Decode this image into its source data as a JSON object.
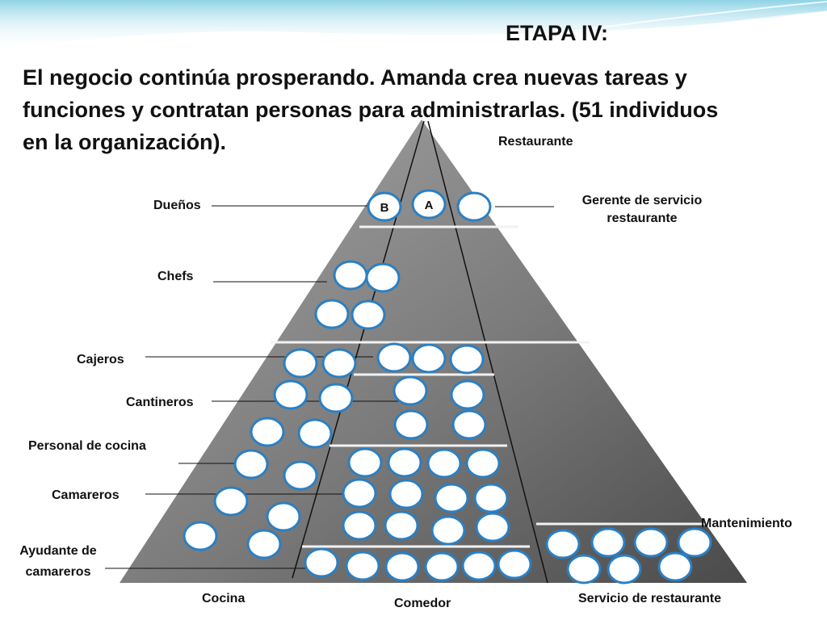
{
  "slide": {
    "stage_title": "ETAPA IV:",
    "intro_lines": [
      "El negocio continúa prosperando.  Amanda crea nuevas tareas y",
      "funciones y contratan personas para administrarlas.  (51 individuos",
      "en la organización)."
    ]
  },
  "diagram": {
    "apex_label": "Restaurante",
    "owner_initials": [
      "B",
      "A"
    ],
    "roles": {
      "owners": "Dueños",
      "service_manager_line1": "Gerente de servicio",
      "service_manager_line2": "restaurante",
      "chefs": "Chefs",
      "cashiers": "Cajeros",
      "bartenders": "Cantineros",
      "kitchen_staff": "Personal de cocina",
      "waiters": "Camareros",
      "busboys_line1": "Ayudante de",
      "busboys_line2": "camareros",
      "maintenance": "Mantenimiento"
    },
    "departments": {
      "kitchen": "Cocina",
      "dining": "Comedor",
      "service": "Servicio de restaurante"
    }
  },
  "colors": {
    "sky_top": "#8fd3e6",
    "pyramid_light": "#9a9a9a",
    "pyramid_dark": "#555555",
    "person_stroke": "#2b7fc2",
    "person_fill": "#ffffff",
    "divider": "#f2f2f2"
  }
}
